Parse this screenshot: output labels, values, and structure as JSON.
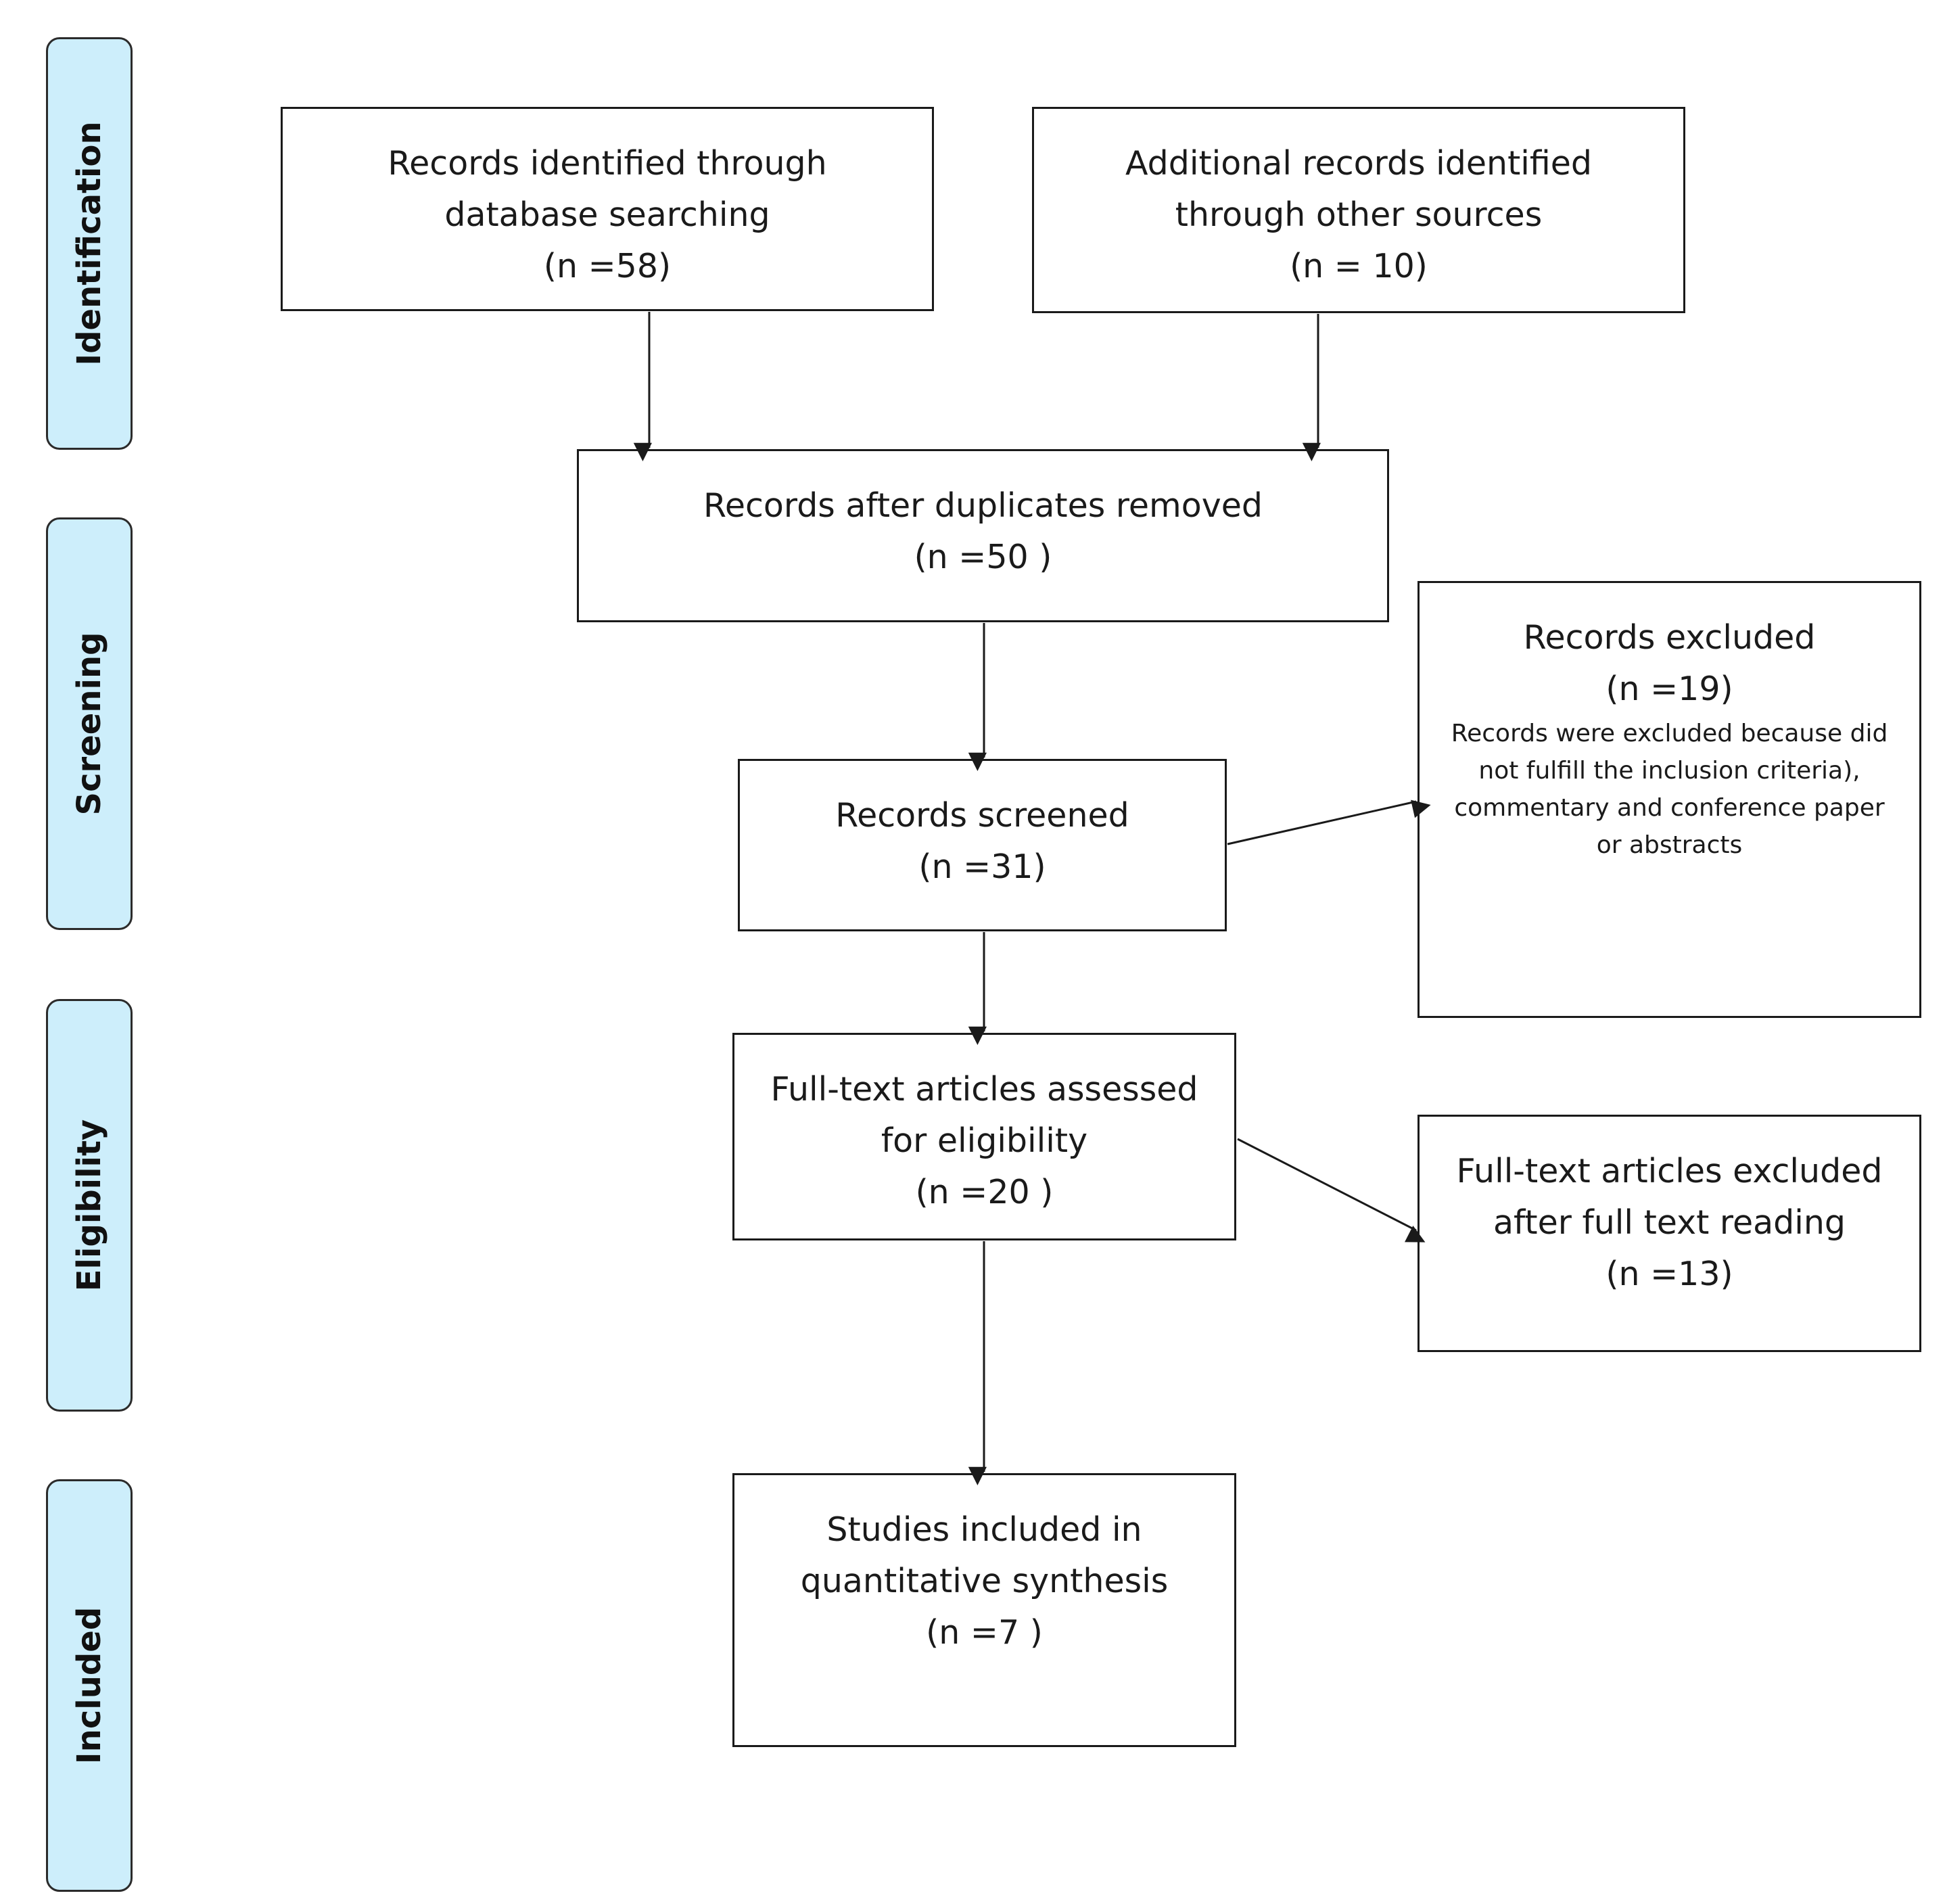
{
  "stages": [
    {
      "id": "identification",
      "label": "Identification"
    },
    {
      "id": "screening",
      "label": "Screening"
    },
    {
      "id": "eligibility",
      "label": "Eligibility"
    },
    {
      "id": "included",
      "label": "Included"
    }
  ],
  "boxes": {
    "database_search": {
      "lines": [
        "Records identified through",
        "database searching",
        "(n =58)"
      ]
    },
    "other_sources": {
      "lines": [
        "Additional records identified",
        "through other sources",
        "(n = 10)"
      ]
    },
    "duplicates_removed": {
      "lines": [
        "Records after duplicates removed",
        "(n =50 )"
      ]
    },
    "records_screened": {
      "lines": [
        "Records screened",
        "(n =31)"
      ]
    },
    "records_excluded": {
      "lines": [
        "Records excluded",
        "(n =19)"
      ],
      "note": "Records were excluded because did not fulfill the inclusion criteria), commentary and conference paper or abstracts"
    },
    "full_text_assessed": {
      "lines": [
        "Full-text articles assessed",
        "for eligibility",
        "(n =20 )"
      ]
    },
    "full_text_excluded": {
      "lines": [
        "Full-text articles excluded",
        "after full text reading",
        "(n =13)"
      ]
    },
    "studies_included": {
      "lines": [
        "Studies included in",
        "quantitative synthesis",
        "(n =7 )"
      ]
    }
  }
}
